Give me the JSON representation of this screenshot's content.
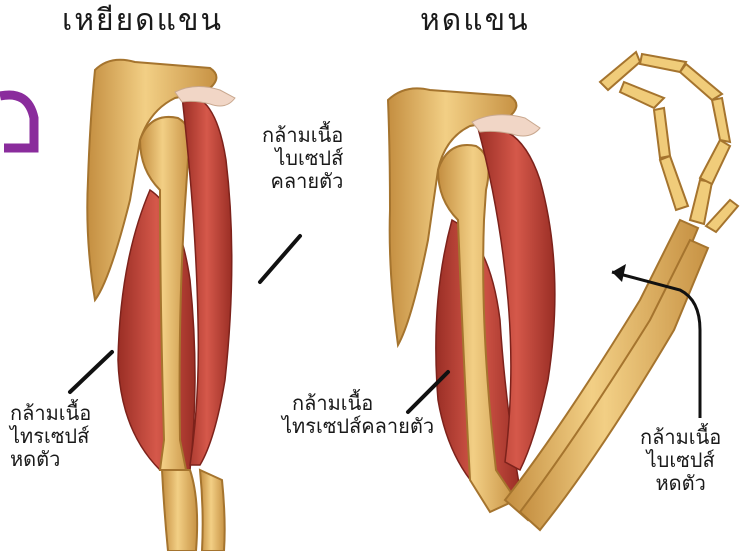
{
  "titles": {
    "extend": "เหยียดแขน",
    "flex": "หดแขน"
  },
  "labels": {
    "left_biceps": [
      "กล้ามเนื้อ",
      "ไบเซปส์",
      "คลายตัว"
    ],
    "left_triceps": [
      "กล้ามเนื้อ",
      "ไทรเซปส์",
      "หดตัว"
    ],
    "right_triceps": [
      "กล้ามเนื้อ",
      "ไทรเซปส์คลายตัว"
    ],
    "right_biceps": [
      "กล้ามเนื้อ",
      "ไบเซปส์",
      "หดตัว"
    ]
  },
  "colors": {
    "bone": "#e6b45c",
    "bone_dark": "#b8843a",
    "bone_light": "#f4d48e",
    "muscle": "#c8473a",
    "muscle_dark": "#8e2a22",
    "tendon": "#f1d6c6",
    "accent": "#8a2c9c"
  }
}
